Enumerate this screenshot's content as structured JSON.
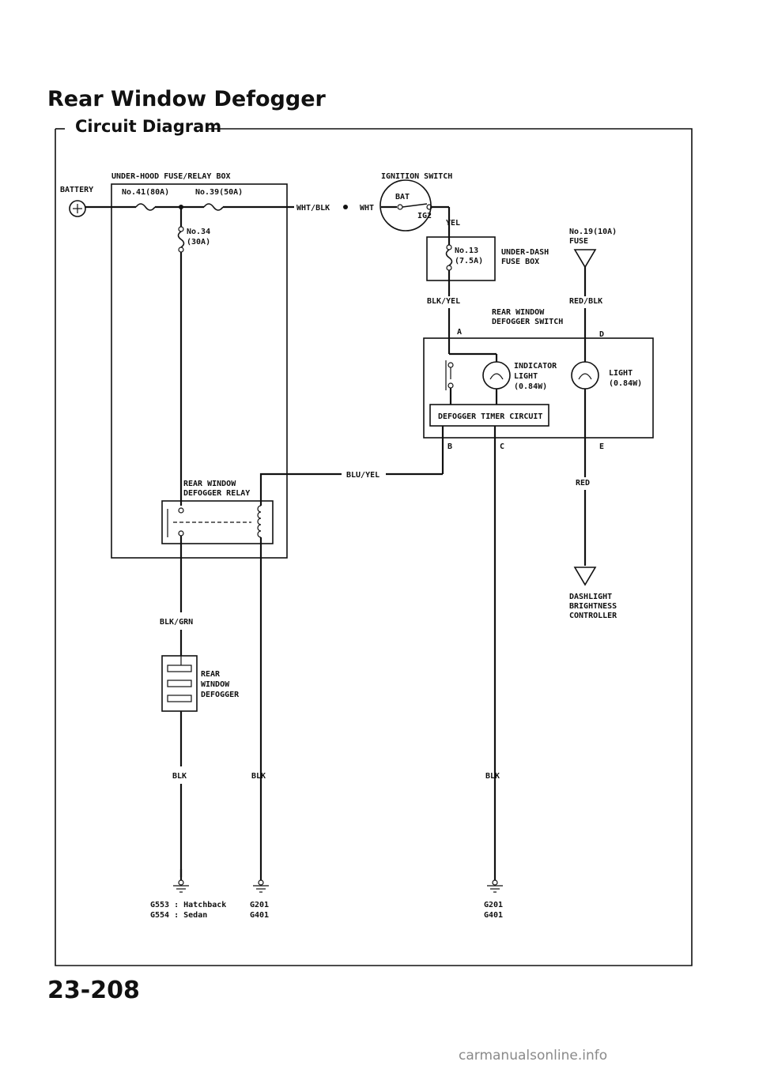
{
  "title": "Rear Window Defogger",
  "subtitle": "Circuit Diagram",
  "page_number": "23-208",
  "watermark": "carmanualsonline.info",
  "labels": {
    "battery": "BATTERY",
    "underhood_box": "UNDER-HOOD FUSE/RELAY BOX",
    "fuse41": "No.41(80A)",
    "fuse39": "No.39(50A)",
    "fuse34_a": "No.34",
    "fuse34_b": "(30A)",
    "ignition_switch": "IGNITION SWITCH",
    "bat": "BAT",
    "ig2": "IG2",
    "wht_blk": "WHT/BLK",
    "wht": "WHT",
    "yel": "YEL",
    "fuse13_a": "No.13",
    "fuse13_b": "(7.5A)",
    "underdash_a": "UNDER-DASH",
    "underdash_b": "FUSE BOX",
    "fuse19_a": "No.19(10A)",
    "fuse19_b": "FUSE",
    "blk_yel": "BLK/YEL",
    "red_blk": "RED/BLK",
    "switch_a": "REAR WINDOW",
    "switch_b": "DEFOGGER SWITCH",
    "term_a": "A",
    "term_d": "D",
    "indicator_a": "INDICATOR",
    "indicator_b": "LIGHT",
    "indicator_c": "(0.84W)",
    "light_a": "LIGHT",
    "light_b": "(0.84W)",
    "timer": "DEFOGGER TIMER CIRCUIT",
    "term_b": "B",
    "term_c": "C",
    "term_e": "E",
    "blu_yel": "BLU/YEL",
    "relay_a": "REAR WINDOW",
    "relay_b": "DEFOGGER RELAY",
    "red": "RED",
    "dash_a": "DASHLIGHT",
    "dash_b": "BRIGHTNESS",
    "dash_c": "CONTROLLER",
    "blk_grn": "BLK/GRN",
    "defogger_a": "REAR",
    "defogger_b": "WINDOW",
    "defogger_c": "DEFOGGER",
    "blk1": "BLK",
    "blk2": "BLK",
    "blk3": "BLK",
    "g553": "G553 : Hatchback",
    "g554": "G554 : Sedan",
    "g201_a": "G201",
    "g401_a": "G401",
    "g201_b": "G201",
    "g401_b": "G401"
  }
}
